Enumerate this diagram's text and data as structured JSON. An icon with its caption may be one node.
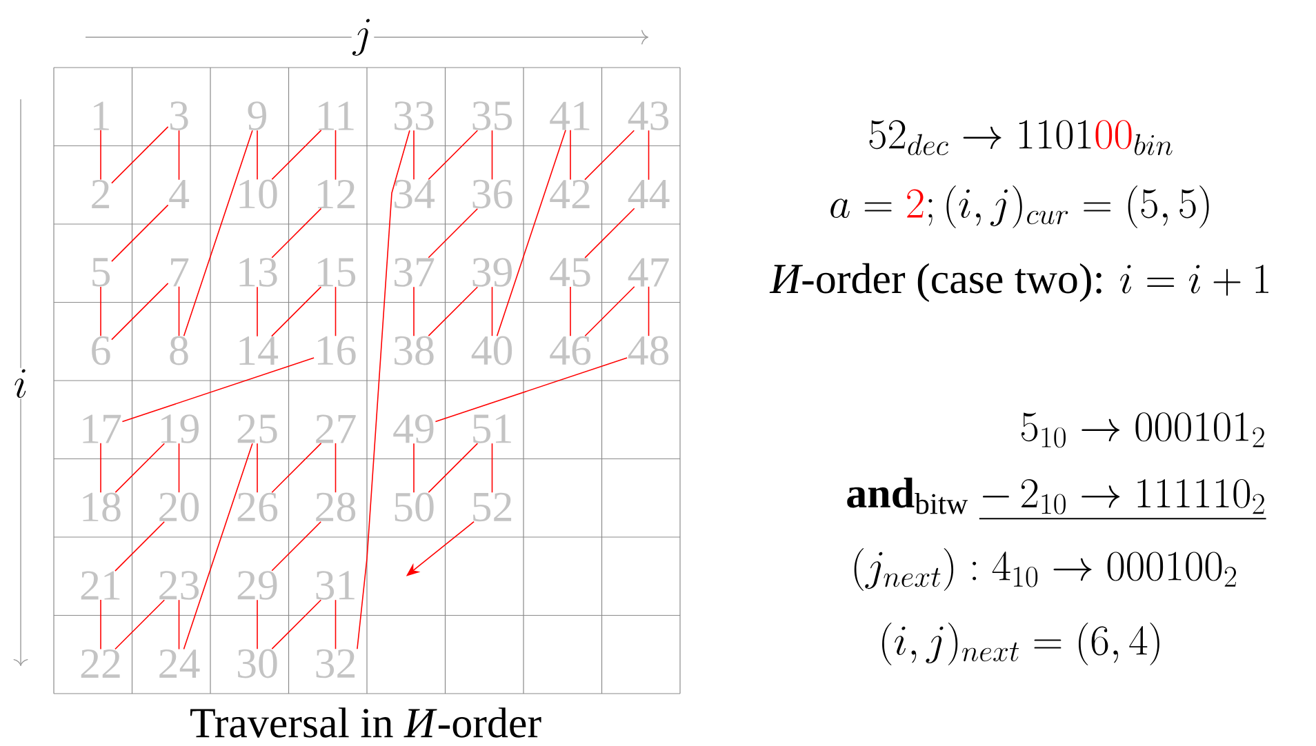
{
  "diagram": {
    "caption": "Traversal in *И*-order",
    "nodes": [
      {
        "text": [
          "1"
        ]
      },
      {
        "text": [
          "2"
        ]
      },
      {
        "text": [
          "3"
        ]
      },
      {
        "text": [
          "4"
        ]
      },
      {
        "text": [
          "5"
        ]
      },
      {
        "text": [
          "6"
        ]
      },
      {
        "text": [
          "7"
        ]
      },
      {
        "text": [
          "8"
        ]
      },
      {
        "text": [
          "9"
        ]
      },
      {
        "text": [
          "10"
        ]
      },
      {
        "text": [
          "11"
        ]
      },
      {
        "text": [
          "12"
        ]
      },
      {
        "text": [
          "13"
        ]
      },
      {
        "text": [
          "14"
        ]
      },
      {
        "text": [
          "15"
        ]
      },
      {
        "text": [
          "16"
        ]
      },
      {
        "text": [
          "17"
        ]
      },
      {
        "text": [
          "18"
        ]
      },
      {
        "text": [
          "19"
        ]
      },
      {
        "text": [
          "20"
        ]
      },
      {
        "text": [
          "21"
        ]
      },
      {
        "text": [
          "22"
        ]
      },
      {
        "text": [
          "23"
        ]
      },
      {
        "text": [
          "24"
        ]
      },
      {
        "text": [
          "25"
        ]
      },
      {
        "text": [
          "26"
        ]
      },
      {
        "text": [
          "27"
        ]
      },
      {
        "text": [
          "28"
        ]
      },
      {
        "text": [
          "29"
        ]
      },
      {
        "text": [
          "30"
        ]
      },
      {
        "text": [
          "31"
        ]
      },
      {
        "text": [
          "32"
        ]
      },
      {
        "text": [
          "33"
        ]
      },
      {
        "text": [
          "34"
        ]
      },
      {
        "text": [
          "35"
        ]
      },
      {
        "text": [
          "36"
        ]
      },
      {
        "text": [
          "37"
        ]
      },
      {
        "text": [
          "38"
        ]
      },
      {
        "text": [
          "39"
        ]
      },
      {
        "text": [
          "40"
        ]
      },
      {
        "text": [
          "41"
        ]
      },
      {
        "text": [
          "42"
        ]
      },
      {
        "text": [
          "43"
        ]
      },
      {
        "text": [
          "44"
        ]
      },
      {
        "text": [
          "45"
        ]
      },
      {
        "text": [
          "46"
        ]
      },
      {
        "text": [
          "47"
        ]
      },
      {
        "text": [
          "48"
        ]
      },
      {
        "text": [
          "49"
        ]
      },
      {
        "text": [
          "50"
        ]
      },
      {
        "text": [
          "51"
        ]
      },
      {
        "text": [
          "52"
        ]
      }
    ],
    "edges": [
      {
        "from": 0,
        "to": 1,
        "arrow": "none"
      },
      {
        "from": 1,
        "to": 2,
        "arrow": "none"
      },
      {
        "from": 2,
        "to": 3,
        "arrow": "none"
      },
      {
        "from": 3,
        "to": 4,
        "arrow": "none"
      },
      {
        "from": 4,
        "to": 5,
        "arrow": "none"
      },
      {
        "from": 5,
        "to": 6,
        "arrow": "none"
      },
      {
        "from": 6,
        "to": 7,
        "arrow": "none"
      },
      {
        "from": 7,
        "to": 8,
        "arrow": "none"
      },
      {
        "from": 8,
        "to": 9,
        "arrow": "none"
      },
      {
        "from": 9,
        "to": 10,
        "arrow": "none"
      },
      {
        "from": 10,
        "to": 11,
        "arrow": "none"
      },
      {
        "from": 11,
        "to": 12,
        "arrow": "none"
      },
      {
        "from": 12,
        "to": 13,
        "arrow": "none"
      },
      {
        "from": 13,
        "to": 14,
        "arrow": "none"
      },
      {
        "from": 14,
        "to": 15,
        "arrow": "none"
      },
      {
        "from": 15,
        "to": 16,
        "arrow": "none"
      },
      {
        "from": 16,
        "to": 17,
        "arrow": "none"
      },
      {
        "from": 17,
        "to": 18,
        "arrow": "none"
      },
      {
        "from": 18,
        "to": 19,
        "arrow": "none"
      },
      {
        "from": 19,
        "to": 20,
        "arrow": "none"
      },
      {
        "from": 20,
        "to": 21,
        "arrow": "none"
      },
      {
        "from": 21,
        "to": 22,
        "arrow": "none"
      },
      {
        "from": 22,
        "to": 23,
        "arrow": "none"
      },
      {
        "from": 23,
        "to": 24,
        "arrow": "none"
      },
      {
        "from": 24,
        "to": 25,
        "arrow": "none"
      },
      {
        "from": 25,
        "to": 26,
        "arrow": "none"
      },
      {
        "from": 26,
        "to": 27,
        "arrow": "none"
      },
      {
        "from": 27,
        "to": 28,
        "arrow": "none"
      },
      {
        "from": 28,
        "to": 29,
        "arrow": "none"
      },
      {
        "from": 29,
        "to": 30,
        "arrow": "none"
      },
      {
        "from": 30,
        "to": 31,
        "arrow": "none"
      },
      {
        "from": 31,
        "to": 32,
        "arrow": "none"
      },
      {
        "from": 32,
        "to": 33,
        "arrow": "none"
      },
      {
        "from": 33,
        "to": 34,
        "arrow": "none"
      },
      {
        "from": 34,
        "to": 35,
        "arrow": "none"
      },
      {
        "from": 35,
        "to": 36,
        "arrow": "none"
      },
      {
        "from": 36,
        "to": 37,
        "arrow": "none"
      },
      {
        "from": 37,
        "to": 38,
        "arrow": "none"
      },
      {
        "from": 38,
        "to": 39,
        "arrow": "none"
      },
      {
        "from": 39,
        "to": 40,
        "arrow": "none"
      },
      {
        "from": 40,
        "to": 41,
        "arrow": "none"
      },
      {
        "from": 41,
        "to": 42,
        "arrow": "none"
      },
      {
        "from": 42,
        "to": 43,
        "arrow": "none"
      },
      {
        "from": 43,
        "to": 44,
        "arrow": "none"
      },
      {
        "from": 44,
        "to": 45,
        "arrow": "none"
      },
      {
        "from": 45,
        "to": 46,
        "arrow": "none"
      },
      {
        "from": 46,
        "to": 47,
        "arrow": "none"
      },
      {
        "from": 47,
        "to": 48,
        "arrow": "none"
      },
      {
        "from": 48,
        "to": 49,
        "arrow": "none"
      },
      {
        "from": 49,
        "to": 50,
        "arrow": "none"
      },
      {
        "from": 50,
        "to": 51,
        "arrow": "none"
      },
      {
        "from": 51,
        "to": null,
        "arrow": "to"
      }
    ],
    "labels": [
      "j",
      "i",
      "52_{dec} \\rightarrow 1101\\textcolor{red}{00}_{bin}",
      "a = \\textcolor{red}{2}; (i,j)_{cur} = (5,5)",
      "\\textit{И}\\text{-order (case two): } i = i + 1",
      "5_{10} \\rightarrow 000101_2",
      "\\mathbf{and}_{\\mathrm{bitw}}\\ \\underline{-\\,2_{10} \\rightarrow 111110_2}",
      "(j_{next}): 4_{10} \\rightarrow 000100_2",
      "(i,j)_{next} = (6,4)"
    ]
  }
}
